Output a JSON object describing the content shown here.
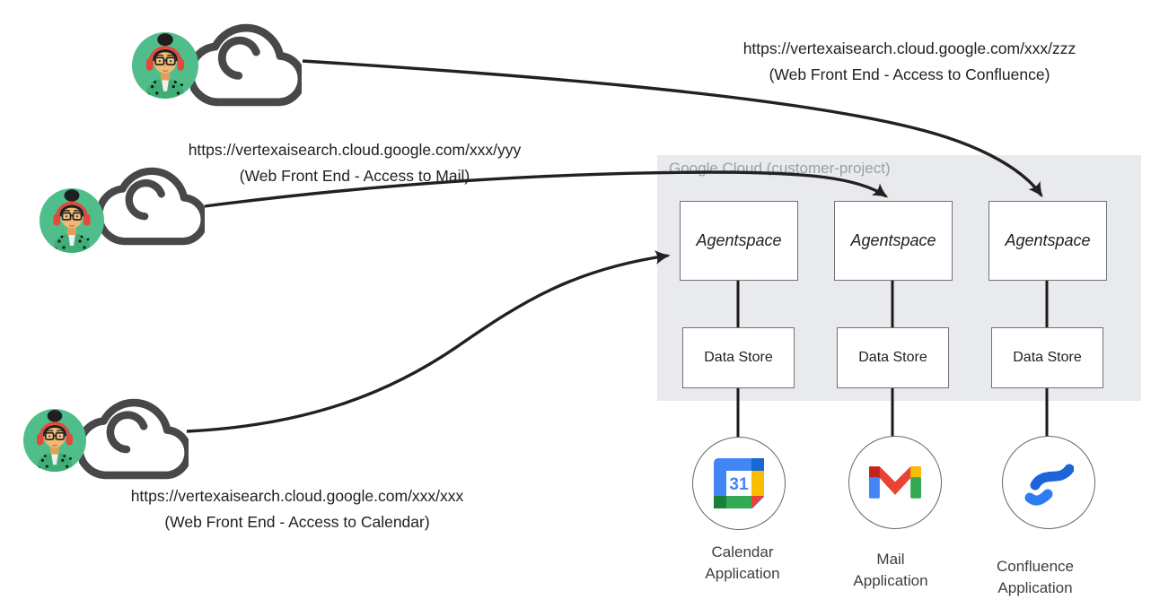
{
  "users": [
    {
      "id": "user-top",
      "url": "https://vertexaisearch.cloud.google.com/xxx/zzz",
      "caption": "(Web Front End - Access to Confluence)",
      "target": "Agentspace (Confluence column)"
    },
    {
      "id": "user-middle",
      "url": "https://vertexaisearch.cloud.google.com/xxx/yyy",
      "caption": "(Web Front End - Access to Mail)",
      "target": "Agentspace (Mail column)"
    },
    {
      "id": "user-bottom",
      "url": "https://vertexaisearch.cloud.google.com/xxx/xxx",
      "caption": "(Web Front End - Access to Calendar)",
      "target": "Agentspace (Calendar column)"
    }
  ],
  "panel": {
    "title": "Google Cloud (customer-project)",
    "columns": [
      {
        "agent_label": "Agentspace",
        "store_label": "Data Store",
        "app_line1": "Calendar",
        "app_line2": "Application",
        "icon": "google-calendar-icon",
        "calendar_day": "31"
      },
      {
        "agent_label": "Agentspace",
        "store_label": "Data Store",
        "app_line1": "Mail",
        "app_line2": "Application",
        "icon": "gmail-icon"
      },
      {
        "agent_label": "Agentspace",
        "store_label": "Data Store",
        "app_line1": "Confluence",
        "app_line2": "Application",
        "icon": "confluence-icon"
      }
    ]
  },
  "icons": {
    "user": "user-avatar-icon",
    "cloud": "cloud-icon",
    "calendar": "google-calendar-icon",
    "mail": "gmail-icon",
    "confluence": "confluence-icon"
  },
  "colors": {
    "panel_bg": "#E8EAED",
    "panel_label": "#9AA0A6",
    "box_border": "#6E7276",
    "circle_border": "#63676B",
    "line": "#212121",
    "text": "#202124",
    "label_text": "#3C4043",
    "avatar_green": "#4FBE8A",
    "headphone_red": "#E5473C",
    "cloud_outline": "#48484B",
    "google_blue": "#4285F4",
    "google_red": "#EA4335",
    "google_yellow": "#FBBC04",
    "google_green": "#34A853",
    "confluence_blue": "#1B64D9"
  }
}
